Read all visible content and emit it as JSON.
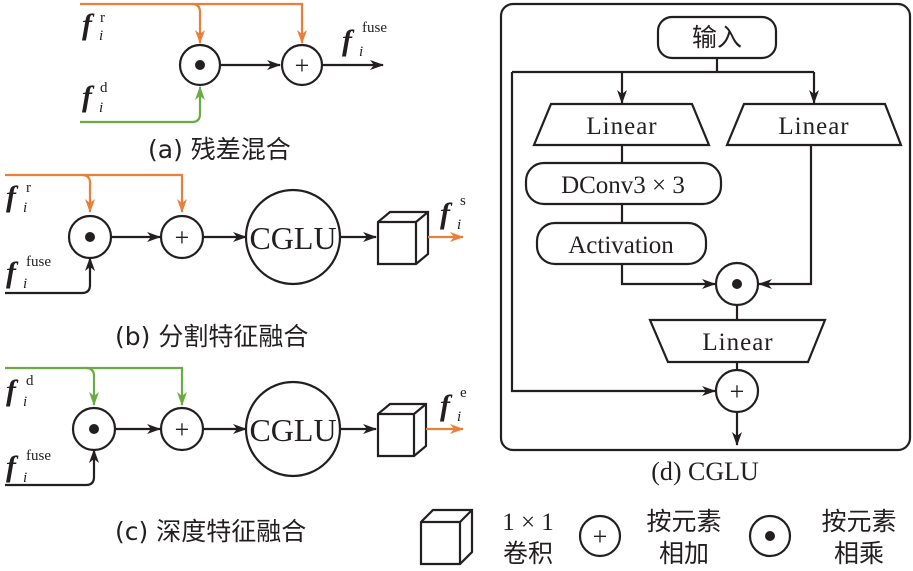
{
  "colors": {
    "orange": "#e8803a",
    "green": "#6aab44",
    "black": "#231f20"
  },
  "panel_a": {
    "caption": "(a) 残差混合",
    "input_top": {
      "base": "f",
      "sub": "i",
      "sup": "r"
    },
    "input_bottom": {
      "base": "f",
      "sub": "i",
      "sup": "d"
    },
    "output": {
      "base": "f",
      "sub": "i",
      "sup": "fuse"
    },
    "multiply_symbol": "•",
    "add_symbol": "+"
  },
  "panel_b": {
    "caption": "(b) 分割特征融合",
    "input_top": {
      "base": "f",
      "sub": "i",
      "sup": "r"
    },
    "input_bottom": {
      "base": "f",
      "sub": "i",
      "sup": "fuse"
    },
    "output": {
      "base": "f",
      "sub": "i",
      "sup": "s"
    },
    "cglu_label": "CGLU",
    "add_symbol": "+"
  },
  "panel_c": {
    "caption": "(c) 深度特征融合",
    "input_top": {
      "base": "f",
      "sub": "i",
      "sup": "d"
    },
    "input_bottom": {
      "base": "f",
      "sub": "i",
      "sup": "fuse"
    },
    "output": {
      "base": "f",
      "sub": "i",
      "sup": "e"
    },
    "cglu_label": "CGLU",
    "add_symbol": "+"
  },
  "panel_d": {
    "caption": "(d) CGLU",
    "input_label": "输入",
    "linear_left": "Linear",
    "linear_right": "Linear",
    "dconv": "DConv3 × 3",
    "activation": "Activation",
    "linear_bottom": "Linear",
    "add_symbol": "+"
  },
  "legend": {
    "conv": {
      "line1": "1 × 1",
      "line2": "卷积"
    },
    "add": {
      "symbol": "+",
      "line1": "按元素",
      "line2": "相加"
    },
    "multiply": {
      "line1": "按元素",
      "line2": "相乘"
    }
  }
}
